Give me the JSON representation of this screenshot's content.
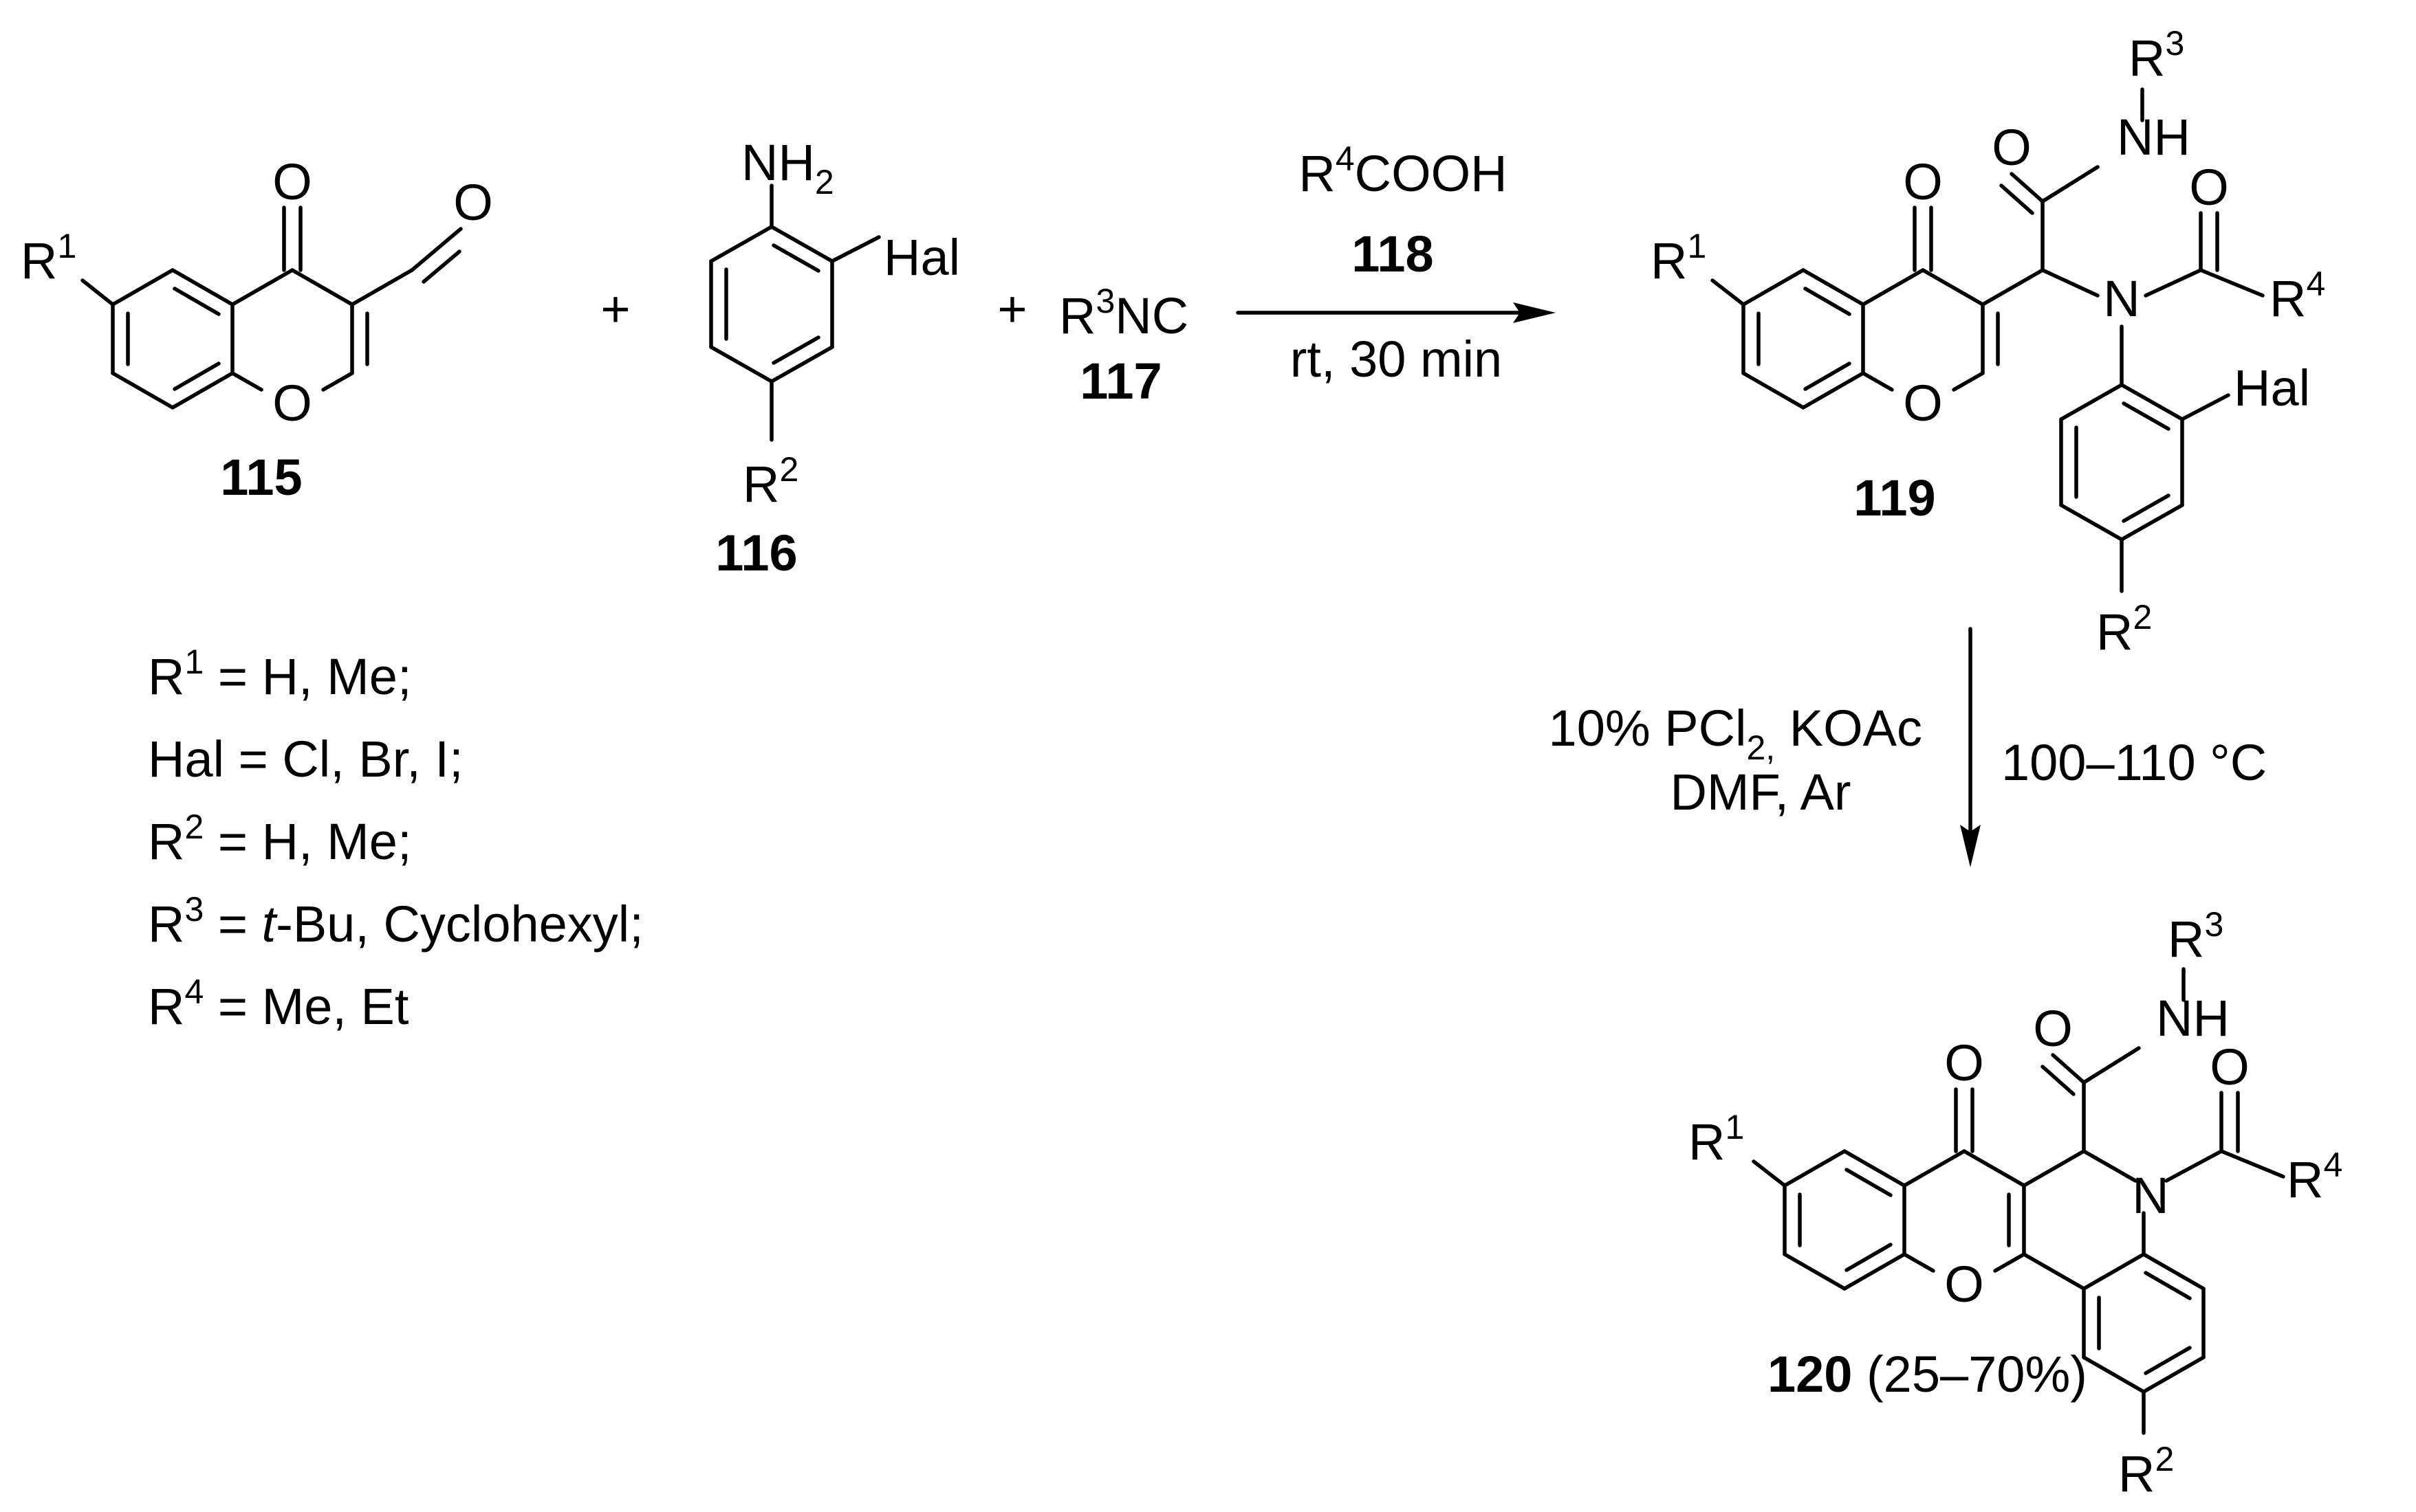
{
  "compounds": {
    "c115": {
      "id": "115"
    },
    "c116": {
      "id": "116"
    },
    "c117": {
      "id": "117",
      "formula_a": "R",
      "formula_sup": "3",
      "formula_b": "NC"
    },
    "c118": {
      "id": "118",
      "formula_a": "R",
      "formula_sup": "4",
      "formula_b": "COOH"
    },
    "c119": {
      "id": "119"
    },
    "c120": {
      "id": "120",
      "yield": "(25–70%)"
    }
  },
  "atoms": {
    "O": "O",
    "N": "N",
    "NH": "NH",
    "NH2_a": "NH",
    "NH2_sub": "2",
    "Hal": "Hal",
    "R": "R",
    "s1": "1",
    "s2": "2",
    "s3": "3",
    "s4": "4"
  },
  "operators": {
    "plus": "+"
  },
  "step1": {
    "reagent_a": "R",
    "reagent_sup": "4",
    "reagent_b": "COOH",
    "reagent_id": "118",
    "conditions": "rt, 30 min"
  },
  "step2": {
    "line1_a": "10% PCl",
    "line1_sub": "2,",
    "line1_b": " KOAc",
    "line2": "DMF,  Ar",
    "temperature": "100–110 °C"
  },
  "substituents": [
    {
      "a": "R",
      "sup": "1",
      "b": " = H, Me;"
    },
    {
      "a": "Hal = Cl, Br,  I;",
      "sup": "",
      "b": ""
    },
    {
      "a": "R",
      "sup": "2",
      "b": " = H, Me;"
    },
    {
      "a": "R",
      "sup": "3",
      "b_italic": "t",
      "b": "-Bu, Cyclohexyl;"
    },
    {
      "a": "R",
      "sup": "4",
      "b": " = Me, Et"
    }
  ]
}
